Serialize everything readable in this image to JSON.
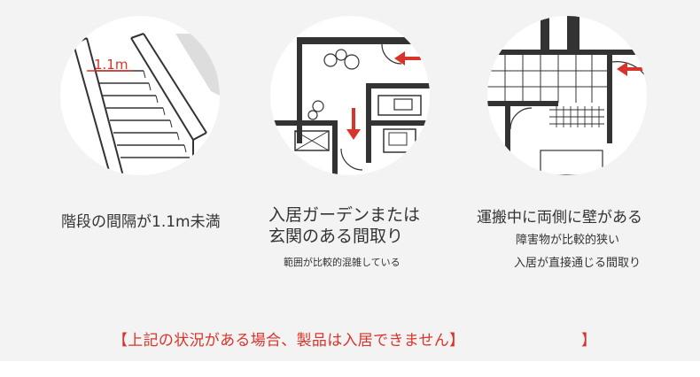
{
  "colors": {
    "accent_red": "#d9342b",
    "panel_bg": "#f3f3f3",
    "circle_bg": "#ffffff",
    "line": "#333333"
  },
  "items": [
    {
      "illustration": "narrow-staircase",
      "measure_label": "1.1m",
      "caption": "階段の間隔が1.1m未満"
    },
    {
      "illustration": "garden-entrance-floorplan",
      "caption_line1": "入居ガーデンまたは",
      "caption_line2": "玄関のある間取り",
      "note": "範囲が比較的混雑している"
    },
    {
      "illustration": "narrow-corridor-floorplan",
      "caption": "運搬中に両側に壁がある",
      "note1": "障害物が比較的狭い",
      "note2": "入居が直接通じる間取り"
    }
  ],
  "notice": {
    "text": "【上記の状況がある場合、製品は入居できません】",
    "trailing_bracket": "】"
  }
}
